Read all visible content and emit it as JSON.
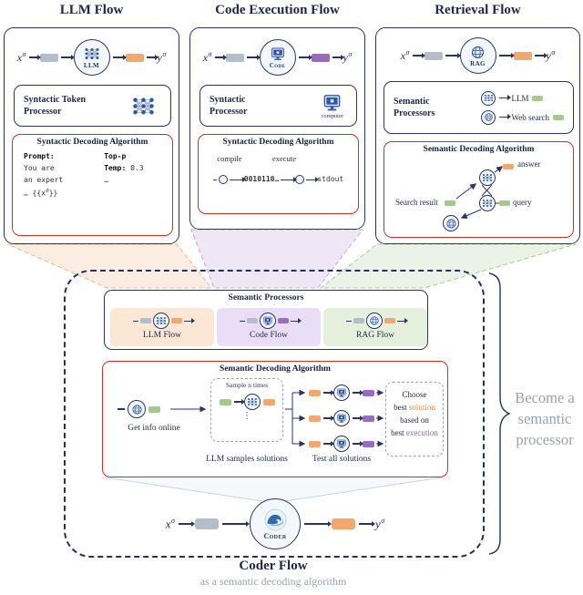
{
  "figure": {
    "math": {
      "x": "x",
      "y": "y",
      "sigma": "σ",
      "open": "… {{",
      "close": "}}"
    },
    "colors": {
      "navy": "#26305a",
      "red": "#c4302b",
      "token_gray": "#b3bdcc",
      "token_orange": "#f2a76f",
      "token_purple": "#9a6bc4",
      "token_green": "#a4c98b",
      "llm_tint": "#fbe7d4",
      "code_tint": "#eadef7",
      "rag_tint": "#e4efdc",
      "solution_word": "#e08947",
      "execution_word": "#8f5fc2"
    },
    "llm_panel": {
      "title": "LLM Flow",
      "node": "LLM",
      "processor_line1": "Syntactic Token",
      "processor_line2": "Processor",
      "algo_title": "Syntactic Decoding Algorithm",
      "prompt_label": "Prompt:",
      "prompt_line1": "You are",
      "prompt_line2": "an expert",
      "topp": "Top-p",
      "temp_label": "Temp:",
      "temp_value": "0.3",
      "ellipsis": "…"
    },
    "code_panel": {
      "title": "Code Execution Flow",
      "node": "Code",
      "processor_line1": "Syntactic",
      "processor_line2": "Processor",
      "computer_label": "computer",
      "algo_title": "Syntactic Decoding Algorithm",
      "compile": "compile",
      "execute": "execute",
      "binary": "0010110…",
      "stdout": "stdout"
    },
    "rag_panel": {
      "title": "Retrieval Flow",
      "node": "RAG",
      "processor_line1": "Semantic",
      "processor_line2": "Processors",
      "llm_row": "LLM",
      "web_row": "Web search",
      "algo_title": "Semantic Decoding Algorithm",
      "answer": "answer",
      "search_result": "Search result",
      "query": "query"
    },
    "main": {
      "processors_title": "Semantic Processors",
      "flow_labels": [
        "LLM Flow",
        "Code Flow",
        "RAG Flow"
      ],
      "algo_title": "Semantic Decoding Algorithm",
      "get_info": "Get info online",
      "sample_title": "Sample n times",
      "sample_dots": "⋮",
      "sample_caption": "LLM samples solutions",
      "test_caption": "Test all solutions",
      "choose_line1": "Choose",
      "choose_best1": "best ",
      "choose_word1": "solution",
      "choose_line3": "based on",
      "choose_best2": "best ",
      "choose_word2": "execution",
      "coder_node": "Coder",
      "caption_title": "Coder Flow",
      "caption_sub": "as a semantic decoding algorithm",
      "brace_line1": "Become a",
      "brace_line2": "semantic",
      "brace_line3": "processor"
    }
  }
}
